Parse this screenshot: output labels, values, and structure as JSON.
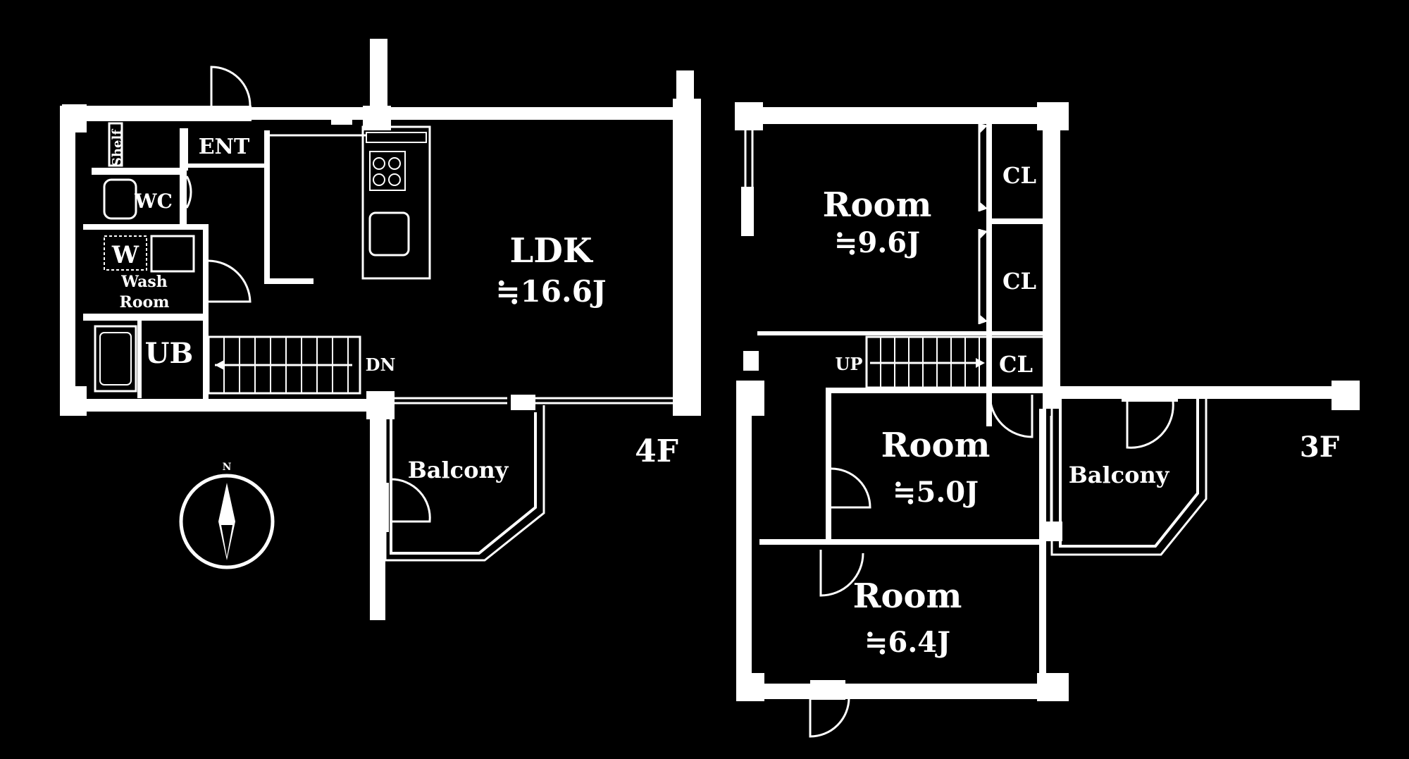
{
  "floor4": {
    "level": "4F",
    "rooms": {
      "ldk": {
        "name": "LDK",
        "size": "≒16.6J"
      },
      "ent": {
        "name": "ENT"
      },
      "wc": {
        "name": "WC"
      },
      "shelf": {
        "name": "Shelf"
      },
      "washer": {
        "name": "W"
      },
      "wash_room": {
        "line1": "Wash",
        "line2": "Room"
      },
      "ub": {
        "name": "UB"
      },
      "balcony": {
        "name": "Balcony"
      }
    },
    "stairs": {
      "label": "DN"
    }
  },
  "floor3": {
    "level": "3F",
    "rooms": {
      "room_a": {
        "name": "Room",
        "size": "≒9.6J"
      },
      "room_b": {
        "name": "Room",
        "size": "≒5.0J"
      },
      "room_c": {
        "name": "Room",
        "size": "≒6.4J"
      },
      "cl1": {
        "name": "CL"
      },
      "cl2": {
        "name": "CL"
      },
      "cl3": {
        "name": "CL"
      },
      "balcony": {
        "name": "Balcony"
      }
    },
    "stairs": {
      "label": "UP"
    }
  },
  "compass": {
    "north_label": "N",
    "icon": "compass-icon"
  }
}
